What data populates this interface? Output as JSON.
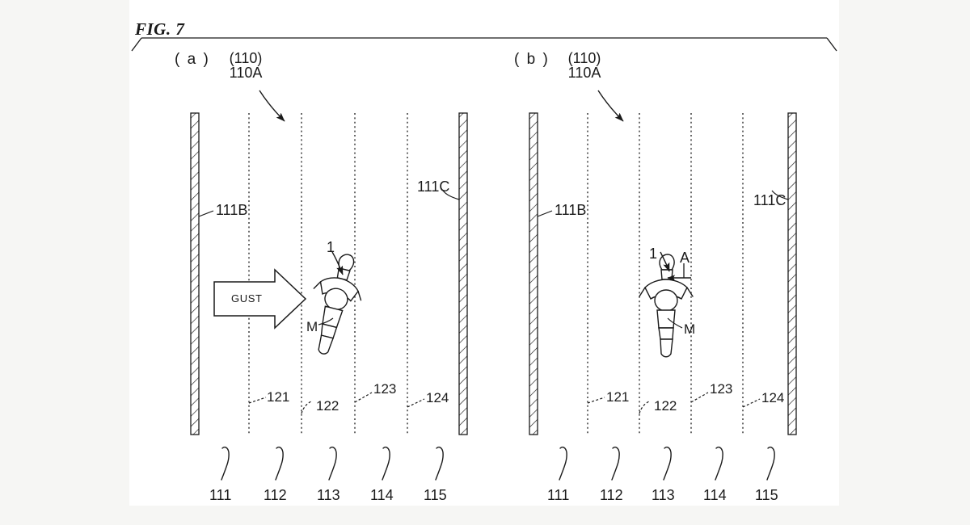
{
  "figure": {
    "title": "FIG. 7",
    "background_color": "#f6f6f4",
    "page_color": "#ffffff",
    "ink_color": "#1a1a1a"
  },
  "panels": [
    {
      "letter": "( a )",
      "group_label_paren": "(110)",
      "group_label": "110A",
      "wall_left_label": "111B",
      "wall_right_label": "111C",
      "gust_label": "GUST",
      "swimmer_label": "1",
      "mark_label": "M",
      "lane_labels": [
        "111",
        "112",
        "113",
        "114",
        "115"
      ],
      "divider_labels": [
        "121",
        "122",
        "123",
        "124"
      ]
    },
    {
      "letter": "( b )",
      "group_label_paren": "(110)",
      "group_label": "110A",
      "wall_left_label": "111B",
      "wall_right_label": "111C",
      "swimmer_label": "1",
      "arrow_label": "A",
      "mark_label": "M",
      "lane_labels": [
        "111",
        "112",
        "113",
        "114",
        "115"
      ],
      "divider_labels": [
        "121",
        "122",
        "123",
        "124"
      ]
    }
  ]
}
